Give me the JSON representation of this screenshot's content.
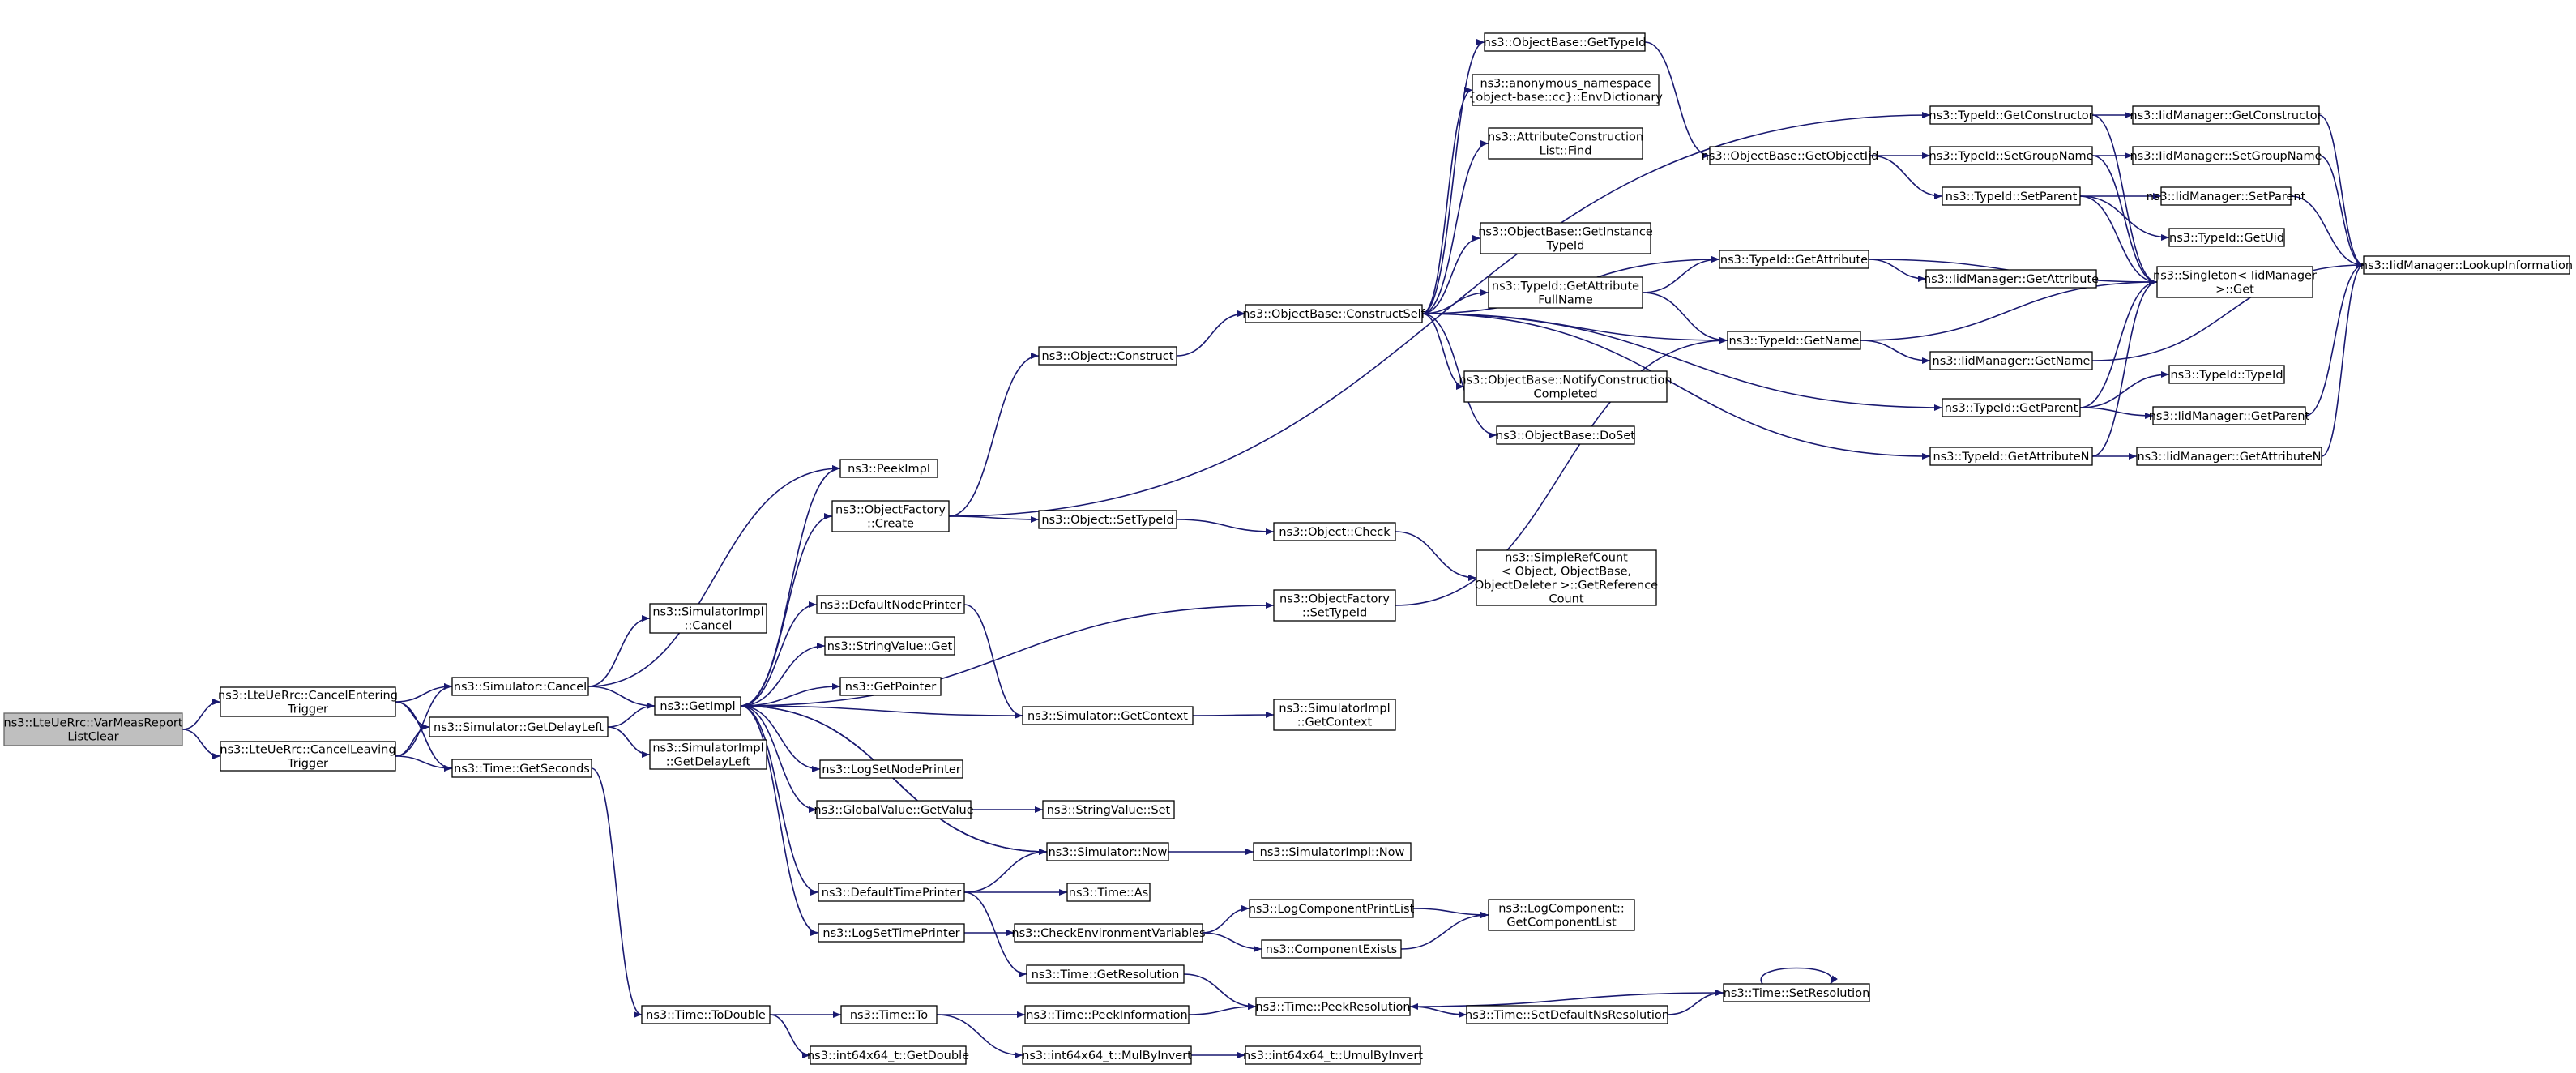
{
  "diagram": {
    "title": "",
    "nodes": [
      {
        "id": "root",
        "lines": [
          "ns3::LteUeRrc::VarMeasReport",
          "ListClear"
        ],
        "root": true
      },
      {
        "id": "cancelEntering",
        "lines": [
          "ns3::LteUeRrc::CancelEntering",
          "Trigger"
        ]
      },
      {
        "id": "cancelLeaving",
        "lines": [
          "ns3::LteUeRrc::CancelLeaving",
          "Trigger"
        ]
      },
      {
        "id": "simCancel",
        "lines": [
          "ns3::Simulator::Cancel"
        ]
      },
      {
        "id": "simGetDelayLeft",
        "lines": [
          "ns3::Simulator::GetDelayLeft"
        ]
      },
      {
        "id": "timeGetSeconds",
        "lines": [
          "ns3::Time::GetSeconds"
        ]
      },
      {
        "id": "simImplCancel",
        "lines": [
          "ns3::SimulatorImpl",
          "::Cancel"
        ]
      },
      {
        "id": "getImpl",
        "lines": [
          "ns3::GetImpl"
        ]
      },
      {
        "id": "simImplGetDelayLeft",
        "lines": [
          "ns3::SimulatorImpl",
          "::GetDelayLeft"
        ]
      },
      {
        "id": "timeToDouble",
        "lines": [
          "ns3::Time::ToDouble"
        ]
      },
      {
        "id": "peekImpl",
        "lines": [
          "ns3::PeekImpl"
        ]
      },
      {
        "id": "objFactoryCreate",
        "lines": [
          "ns3::ObjectFactory",
          "::Create"
        ]
      },
      {
        "id": "defaultNodePrinter",
        "lines": [
          "ns3::DefaultNodePrinter"
        ]
      },
      {
        "id": "stringValueGet",
        "lines": [
          "ns3::StringValue::Get"
        ]
      },
      {
        "id": "getPointer",
        "lines": [
          "ns3::GetPointer"
        ]
      },
      {
        "id": "logSetNodePrinter",
        "lines": [
          "ns3::LogSetNodePrinter"
        ]
      },
      {
        "id": "globalValueGetValue",
        "lines": [
          "ns3::GlobalValue::GetValue"
        ]
      },
      {
        "id": "defaultTimePrinter",
        "lines": [
          "ns3::DefaultTimePrinter"
        ]
      },
      {
        "id": "logSetTimePrinter",
        "lines": [
          "ns3::LogSetTimePrinter"
        ]
      },
      {
        "id": "timeTo",
        "lines": [
          "ns3::Time::To"
        ]
      },
      {
        "id": "int64GetDouble",
        "lines": [
          "ns3::int64x64_t::GetDouble"
        ]
      },
      {
        "id": "objectConstruct",
        "lines": [
          "ns3::Object::Construct"
        ]
      },
      {
        "id": "objectSetTypeId",
        "lines": [
          "ns3::Object::SetTypeId"
        ]
      },
      {
        "id": "simGetContext",
        "lines": [
          "ns3::Simulator::GetContext"
        ]
      },
      {
        "id": "stringValueSet",
        "lines": [
          "ns3::StringValue::Set"
        ]
      },
      {
        "id": "simNow",
        "lines": [
          "ns3::Simulator::Now"
        ]
      },
      {
        "id": "timeAs",
        "lines": [
          "ns3::Time::As"
        ]
      },
      {
        "id": "checkEnvVars",
        "lines": [
          "ns3::CheckEnvironmentVariables"
        ]
      },
      {
        "id": "timeGetResolution",
        "lines": [
          "ns3::Time::GetResolution"
        ]
      },
      {
        "id": "timePeekInformation",
        "lines": [
          "ns3::Time::PeekInformation"
        ]
      },
      {
        "id": "int64MulByInvert",
        "lines": [
          "ns3::int64x64_t::MulByInvert"
        ]
      },
      {
        "id": "objBaseConstructSelf",
        "lines": [
          "ns3::ObjectBase::ConstructSelf"
        ]
      },
      {
        "id": "objectCheck",
        "lines": [
          "ns3::Object::Check"
        ]
      },
      {
        "id": "objFactorySetTypeId",
        "lines": [
          "ns3::ObjectFactory",
          "::SetTypeId"
        ]
      },
      {
        "id": "simImplGetContext",
        "lines": [
          "ns3::SimulatorImpl",
          "::GetContext"
        ]
      },
      {
        "id": "simImplNow",
        "lines": [
          "ns3::SimulatorImpl::Now"
        ]
      },
      {
        "id": "logComponentPrintList",
        "lines": [
          "ns3::LogComponentPrintList"
        ]
      },
      {
        "id": "componentExists",
        "lines": [
          "ns3::ComponentExists"
        ]
      },
      {
        "id": "timePeekResolution",
        "lines": [
          "ns3::Time::PeekResolution"
        ]
      },
      {
        "id": "int64UmulByInvert",
        "lines": [
          "ns3::int64x64_t::UmulByInvert"
        ]
      },
      {
        "id": "objBaseGetTypeId",
        "lines": [
          "ns3::ObjectBase::GetTypeId"
        ]
      },
      {
        "id": "envDictionary",
        "lines": [
          "ns3::anonymous_namespace",
          "{object-base::cc}::EnvDictionary"
        ]
      },
      {
        "id": "attrConstructionFind",
        "lines": [
          "ns3::AttributeConstruction",
          "List::Find"
        ]
      },
      {
        "id": "objBaseGetInstanceTypeId",
        "lines": [
          "ns3::ObjectBase::GetInstance",
          "TypeId"
        ]
      },
      {
        "id": "typeIdGetAttributeFullName",
        "lines": [
          "ns3::TypeId::GetAttribute",
          "FullName"
        ]
      },
      {
        "id": "objBaseNotifyConstructionCompleted",
        "lines": [
          "ns3::ObjectBase::NotifyConstruction",
          "Completed"
        ]
      },
      {
        "id": "objBaseDoSet",
        "lines": [
          "ns3::ObjectBase::DoSet"
        ]
      },
      {
        "id": "simpleRefCount",
        "lines": [
          "ns3::SimpleRefCount",
          "< Object, ObjectBase,",
          "ObjectDeleter >::GetReference",
          "Count"
        ]
      },
      {
        "id": "logComponentGetList",
        "lines": [
          "ns3::LogComponent::",
          "GetComponentList"
        ]
      },
      {
        "id": "timeSetDefaultNsResolution",
        "lines": [
          "ns3::Time::SetDefaultNsResolution"
        ]
      },
      {
        "id": "objBaseGetObjectIid",
        "lines": [
          "ns3::ObjectBase::GetObjectIid"
        ]
      },
      {
        "id": "typeIdGetAttribute",
        "lines": [
          "ns3::TypeId::GetAttribute"
        ]
      },
      {
        "id": "typeIdGetName",
        "lines": [
          "ns3::TypeId::GetName"
        ]
      },
      {
        "id": "timeSetResolution",
        "lines": [
          "ns3::Time::SetResolution"
        ]
      },
      {
        "id": "typeIdGetConstructor",
        "lines": [
          "ns3::TypeId::GetConstructor"
        ]
      },
      {
        "id": "typeIdSetGroupName",
        "lines": [
          "ns3::TypeId::SetGroupName"
        ]
      },
      {
        "id": "typeIdSetParent",
        "lines": [
          "ns3::TypeId::SetParent"
        ]
      },
      {
        "id": "iidManagerGetAttribute",
        "lines": [
          "ns3::IidManager::GetAttribute"
        ]
      },
      {
        "id": "iidManagerGetName",
        "lines": [
          "ns3::IidManager::GetName"
        ]
      },
      {
        "id": "typeIdGetParent",
        "lines": [
          "ns3::TypeId::GetParent"
        ]
      },
      {
        "id": "typeIdGetAttributeN",
        "lines": [
          "ns3::TypeId::GetAttributeN"
        ]
      },
      {
        "id": "iidManagerGetConstructor",
        "lines": [
          "ns3::IidManager::GetConstructor"
        ]
      },
      {
        "id": "iidManagerSetGroupName",
        "lines": [
          "ns3::IidManager::SetGroupName"
        ]
      },
      {
        "id": "iidManagerSetParent",
        "lines": [
          "ns3::IidManager::SetParent"
        ]
      },
      {
        "id": "typeIdGetUid",
        "lines": [
          "ns3::TypeId::GetUid"
        ]
      },
      {
        "id": "singletonGet",
        "lines": [
          "ns3::Singleton< IidManager",
          ">::Get"
        ]
      },
      {
        "id": "typeIdTypeId",
        "lines": [
          "ns3::TypeId::TypeId"
        ]
      },
      {
        "id": "iidManagerGetParent",
        "lines": [
          "ns3::IidManager::GetParent"
        ]
      },
      {
        "id": "iidManagerGetAttributeN",
        "lines": [
          "ns3::IidManager::GetAttributeN"
        ]
      },
      {
        "id": "iidManagerLookupInformation",
        "lines": [
          "ns3::IidManager::LookupInformation"
        ]
      }
    ],
    "edges": [
      [
        "root",
        "cancelEntering"
      ],
      [
        "root",
        "cancelLeaving"
      ],
      [
        "cancelEntering",
        "simCancel"
      ],
      [
        "cancelEntering",
        "simGetDelayLeft"
      ],
      [
        "cancelEntering",
        "timeGetSeconds"
      ],
      [
        "cancelLeaving",
        "simCancel"
      ],
      [
        "cancelLeaving",
        "simGetDelayLeft"
      ],
      [
        "cancelLeaving",
        "timeGetSeconds"
      ],
      [
        "simCancel",
        "simImplCancel"
      ],
      [
        "simCancel",
        "getImpl"
      ],
      [
        "simCancel",
        "peekImpl"
      ],
      [
        "simGetDelayLeft",
        "getImpl"
      ],
      [
        "simGetDelayLeft",
        "simImplGetDelayLeft"
      ],
      [
        "timeGetSeconds",
        "timeToDouble"
      ],
      [
        "timeToDouble",
        "timeTo"
      ],
      [
        "timeToDouble",
        "int64GetDouble"
      ],
      [
        "timeTo",
        "timePeekInformation"
      ],
      [
        "timeTo",
        "int64MulByInvert"
      ],
      [
        "getImpl",
        "peekImpl"
      ],
      [
        "getImpl",
        "objFactoryCreate"
      ],
      [
        "getImpl",
        "objFactorySetTypeId"
      ],
      [
        "getImpl",
        "defaultNodePrinter"
      ],
      [
        "getImpl",
        "stringValueGet"
      ],
      [
        "getImpl",
        "getPointer"
      ],
      [
        "getImpl",
        "logSetNodePrinter"
      ],
      [
        "getImpl",
        "globalValueGetValue"
      ],
      [
        "getImpl",
        "simNow"
      ],
      [
        "getImpl",
        "defaultTimePrinter"
      ],
      [
        "getImpl",
        "logSetTimePrinter"
      ],
      [
        "simGetContext",
        "getImpl"
      ],
      [
        "simGetContext",
        "simImplGetContext"
      ],
      [
        "defaultNodePrinter",
        "simGetContext"
      ],
      [
        "globalValueGetValue",
        "stringValueSet"
      ],
      [
        "simNow",
        "getImpl"
      ],
      [
        "simNow",
        "simImplNow"
      ],
      [
        "defaultTimePrinter",
        "simNow"
      ],
      [
        "defaultTimePrinter",
        "timeAs"
      ],
      [
        "defaultTimePrinter",
        "timeGetResolution"
      ],
      [
        "logSetTimePrinter",
        "checkEnvVars"
      ],
      [
        "checkEnvVars",
        "logComponentPrintList"
      ],
      [
        "checkEnvVars",
        "componentExists"
      ],
      [
        "logComponentPrintList",
        "logComponentGetList"
      ],
      [
        "componentExists",
        "logComponentGetList"
      ],
      [
        "timeGetResolution",
        "timePeekResolution"
      ],
      [
        "timePeekInformation",
        "timePeekResolution"
      ],
      [
        "int64MulByInvert",
        "int64UmulByInvert"
      ],
      [
        "timePeekResolution",
        "timeSetDefaultNsResolution"
      ],
      [
        "timeSetDefaultNsResolution",
        "timeSetResolution"
      ],
      [
        "timeSetResolution",
        "timePeekResolution"
      ],
      [
        "timeSetResolution",
        "timeSetResolution"
      ],
      [
        "objFactoryCreate",
        "objectConstruct"
      ],
      [
        "objFactoryCreate",
        "objectSetTypeId"
      ],
      [
        "objFactoryCreate",
        "typeIdGetConstructor"
      ],
      [
        "objectConstruct",
        "objBaseConstructSelf"
      ],
      [
        "objectSetTypeId",
        "objectCheck"
      ],
      [
        "objectCheck",
        "simpleRefCount"
      ],
      [
        "objFactorySetTypeId",
        "typeIdGetName"
      ],
      [
        "objBaseConstructSelf",
        "objBaseGetTypeId"
      ],
      [
        "objBaseConstructSelf",
        "envDictionary"
      ],
      [
        "objBaseConstructSelf",
        "attrConstructionFind"
      ],
      [
        "objBaseConstructSelf",
        "typeIdGetAttribute"
      ],
      [
        "objBaseConstructSelf",
        "objBaseGetInstanceTypeId"
      ],
      [
        "objBaseConstructSelf",
        "typeIdGetAttributeFullName"
      ],
      [
        "objBaseConstructSelf",
        "typeIdGetName"
      ],
      [
        "objBaseConstructSelf",
        "objBaseNotifyConstructionCompleted"
      ],
      [
        "objBaseConstructSelf",
        "objBaseDoSet"
      ],
      [
        "objBaseConstructSelf",
        "typeIdGetParent"
      ],
      [
        "objBaseConstructSelf",
        "typeIdGetAttributeN"
      ],
      [
        "objBaseGetTypeId",
        "objBaseGetObjectIid"
      ],
      [
        "objBaseGetObjectIid",
        "typeIdSetGroupName"
      ],
      [
        "objBaseGetObjectIid",
        "typeIdSetParent"
      ],
      [
        "typeIdGetAttributeFullName",
        "typeIdGetAttribute"
      ],
      [
        "typeIdGetAttributeFullName",
        "typeIdGetName"
      ],
      [
        "typeIdGetAttribute",
        "iidManagerGetAttribute"
      ],
      [
        "typeIdGetAttribute",
        "singletonGet"
      ],
      [
        "typeIdGetName",
        "iidManagerGetName"
      ],
      [
        "typeIdGetName",
        "singletonGet"
      ],
      [
        "typeIdGetConstructor",
        "iidManagerGetConstructor"
      ],
      [
        "typeIdGetConstructor",
        "singletonGet"
      ],
      [
        "typeIdSetGroupName",
        "iidManagerSetGroupName"
      ],
      [
        "typeIdSetGroupName",
        "singletonGet"
      ],
      [
        "typeIdSetParent",
        "iidManagerSetParent"
      ],
      [
        "typeIdSetParent",
        "typeIdGetUid"
      ],
      [
        "typeIdSetParent",
        "singletonGet"
      ],
      [
        "typeIdGetParent",
        "typeIdTypeId"
      ],
      [
        "typeIdGetParent",
        "iidManagerGetParent"
      ],
      [
        "typeIdGetParent",
        "singletonGet"
      ],
      [
        "typeIdGetAttributeN",
        "iidManagerGetAttributeN"
      ],
      [
        "typeIdGetAttributeN",
        "singletonGet"
      ],
      [
        "iidManagerGetConstructor",
        "iidManagerLookupInformation"
      ],
      [
        "iidManagerSetGroupName",
        "iidManagerLookupInformation"
      ],
      [
        "iidManagerSetParent",
        "iidManagerLookupInformation"
      ],
      [
        "iidManagerGetName",
        "iidManagerLookupInformation"
      ],
      [
        "iidManagerGetParent",
        "iidManagerLookupInformation"
      ],
      [
        "iidManagerGetAttributeN",
        "iidManagerLookupInformation"
      ]
    ]
  }
}
